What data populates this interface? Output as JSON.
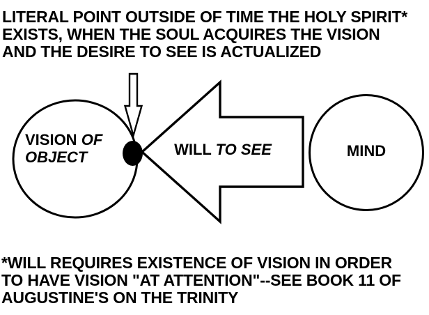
{
  "colors": {
    "ink": "#000000",
    "paper": "#ffffff"
  },
  "header": {
    "lines": [
      "LITERAL POINT OUTSIDE OF TIME THE HOLY SPIRIT*",
      "EXISTS, WHEN THE SOUL ACQUIRES THE VISION",
      "AND THE DESIRE TO SEE IS ACTUALIZED"
    ]
  },
  "diagram": {
    "vision_circle": {
      "word_upright": "VISION",
      "word_italic_line1": "OF",
      "word_italic_line2": "OBJECT"
    },
    "will_arrow": {
      "word_upright": "WILL",
      "word_italic": "TO SEE"
    },
    "mind_circle": {
      "label": "MIND"
    },
    "icons": [
      "down-arrow-icon",
      "left-block-arrow-icon",
      "junction-dot-icon"
    ]
  },
  "footnote": {
    "lines": [
      "*WILL REQUIRES EXISTENCE OF VISION IN ORDER",
      "TO HAVE VISION \"AT ATTENTION\"--SEE BOOK 11 OF",
      "AUGUSTINE'S ON THE TRINITY"
    ]
  }
}
